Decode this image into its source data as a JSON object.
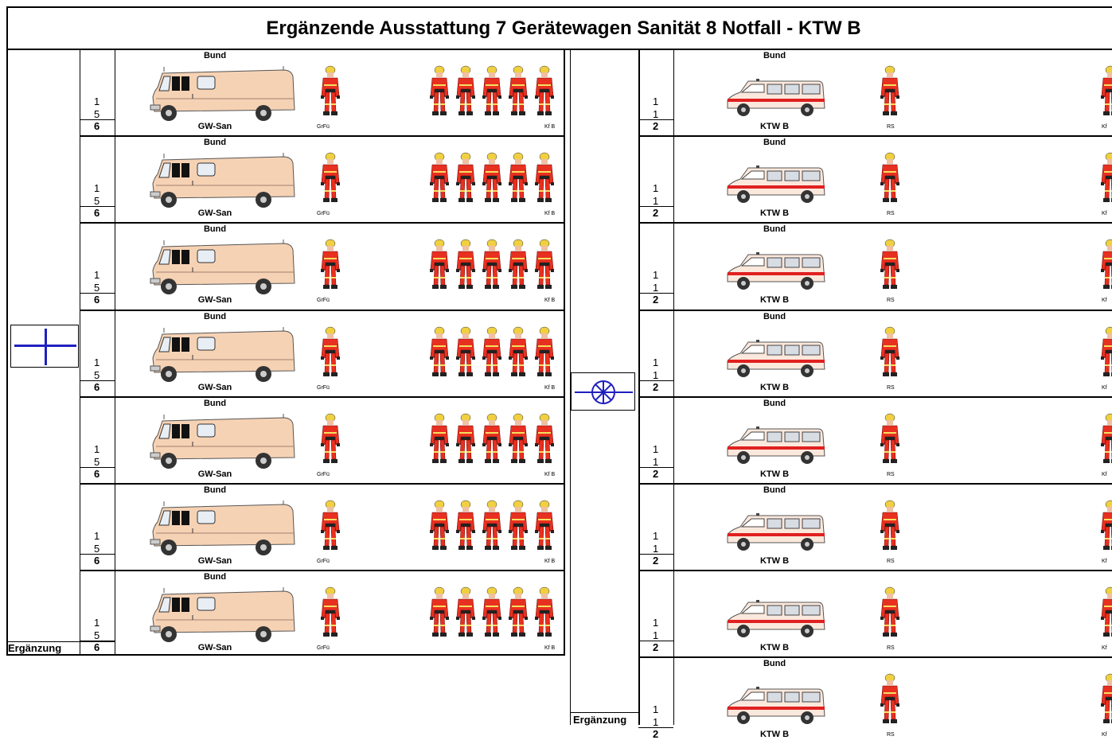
{
  "title": "Ergänzende Ausstattung 7 Gerätewagen Sanität 8 Notfall - KTW B",
  "left_group": {
    "erganzung_label": "Ergänzung",
    "symbol": "red-cross-plus-icon",
    "units": [
      {
        "top": "Bund",
        "n1": "1",
        "n2": "5",
        "total": "6",
        "vehicle": "GW-San",
        "leader": "GrFü",
        "crew": "Kf B"
      },
      {
        "top": "Bund",
        "n1": "1",
        "n2": "5",
        "total": "6",
        "vehicle": "GW-San",
        "leader": "GrFü",
        "crew": "Kf B"
      },
      {
        "top": "Bund",
        "n1": "1",
        "n2": "5",
        "total": "6",
        "vehicle": "GW-San",
        "leader": "GrFü",
        "crew": "Kf B"
      },
      {
        "top": "Bund",
        "n1": "1",
        "n2": "5",
        "total": "6",
        "vehicle": "GW-San",
        "leader": "GrFü",
        "crew": "Kf B"
      },
      {
        "top": "Bund",
        "n1": "1",
        "n2": "5",
        "total": "6",
        "vehicle": "GW-San",
        "leader": "GrFü",
        "crew": "Kf B"
      },
      {
        "top": "Bund",
        "n1": "1",
        "n2": "5",
        "total": "6",
        "vehicle": "GW-San",
        "leader": "GrFü",
        "crew": "Kf B"
      },
      {
        "top": "Bund",
        "n1": "1",
        "n2": "5",
        "total": "6",
        "vehicle": "GW-San",
        "leader": "GrFü",
        "crew": "Kf B"
      }
    ]
  },
  "right_group": {
    "erganzung_label": "Ergänzung",
    "symbol": "ambulance-wheel-icon",
    "units": [
      {
        "top": "Bund",
        "n1": "1",
        "n2": "1",
        "total": "2",
        "vehicle": "KTW B",
        "leader": "RS",
        "crew": "Kf"
      },
      {
        "top": "Bund",
        "n1": "1",
        "n2": "1",
        "total": "2",
        "vehicle": "KTW B",
        "leader": "RS",
        "crew": "Kf"
      },
      {
        "top": "Bund",
        "n1": "1",
        "n2": "1",
        "total": "2",
        "vehicle": "KTW B",
        "leader": "RS",
        "crew": "Kf"
      },
      {
        "top": "Bund",
        "n1": "1",
        "n2": "1",
        "total": "2",
        "vehicle": "KTW B",
        "leader": "RS",
        "crew": "Kf"
      },
      {
        "top": "Bund",
        "n1": "1",
        "n2": "1",
        "total": "2",
        "vehicle": "KTW B",
        "leader": "RS",
        "crew": "Kf"
      },
      {
        "top": "Bund",
        "n1": "1",
        "n2": "1",
        "total": "2",
        "vehicle": "KTW B",
        "leader": "RS",
        "crew": "Kf"
      },
      {
        "top": "",
        "n1": "1",
        "n2": "1",
        "total": "2",
        "vehicle": "KTW B",
        "leader": "RS",
        "crew": "Kf"
      },
      {
        "top": "Bund",
        "n1": "1",
        "n2": "1",
        "total": "2",
        "vehicle": "KTW B",
        "leader": "RS",
        "crew": "Kf"
      }
    ]
  },
  "colors": {
    "van": "#f6d2b4",
    "ambulance": "#fbe8dc",
    "stripe": "#e02020",
    "uniform": "#e83020",
    "helmet": "#f0d040",
    "symbol": "#2020c0"
  }
}
